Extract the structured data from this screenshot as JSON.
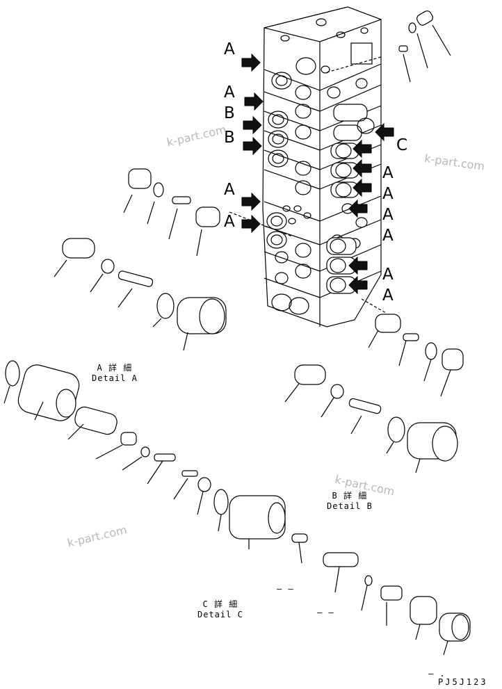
{
  "drawing": {
    "code": "PJ5J123",
    "watermark": "k-part.com",
    "callouts": {
      "a": "A",
      "b": "B",
      "c": "C"
    },
    "details": {
      "a": {
        "jp": "A 詳 細",
        "en": "Detail A"
      },
      "b": {
        "jp": "B 詳 細",
        "en": "Detail B"
      },
      "c": {
        "jp": "C 詳 細",
        "en": "Detail C"
      }
    },
    "dash_marks": [
      "– –",
      "– –",
      "– ."
    ]
  }
}
